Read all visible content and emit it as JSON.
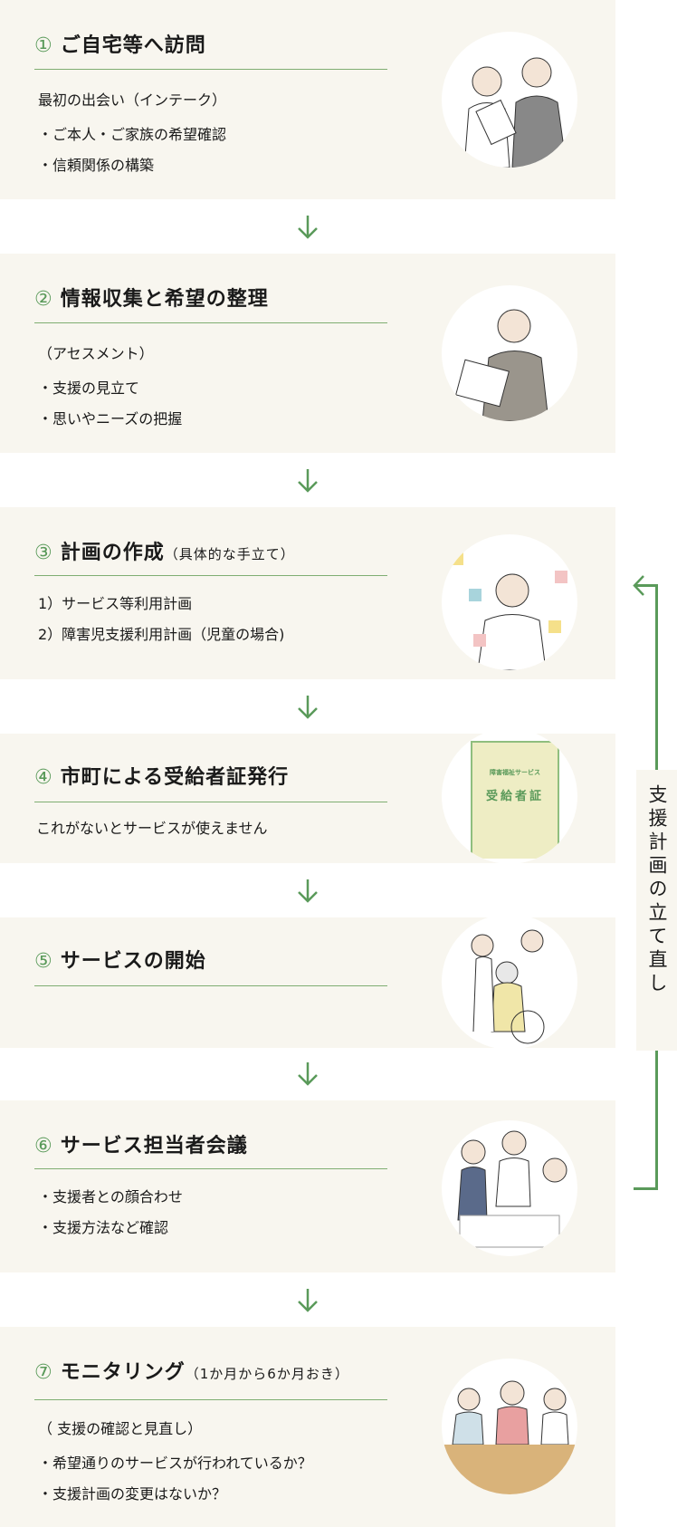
{
  "steps": [
    {
      "num": "①",
      "title": "ご自宅等へ訪問",
      "subtitle": "",
      "lines": [
        "最初の出会い（インテーク）",
        "・ご本人・ご家族の希望確認",
        "・信頼関係の構築"
      ],
      "illustration": "visit-illustration-icon"
    },
    {
      "num": "②",
      "title": "情報収集と希望の整理",
      "subtitle": "",
      "lines": [
        "（アセスメント）",
        "・支援の見立て",
        "・思いやニーズの把握"
      ],
      "illustration": "assessment-illustration-icon"
    },
    {
      "num": "③",
      "title": "計画の作成",
      "subtitle": "（具体的な手立て）",
      "lines": [
        "1）サービス等利用計画",
        "2）障害児支援利用計画（児童の場合)"
      ],
      "illustration": "planning-illustration-icon"
    },
    {
      "num": "④",
      "title": "市町による受給者証発行",
      "subtitle": "",
      "lines": [
        "これがないとサービスが使えません"
      ],
      "certificate": {
        "small": "障害福祉サービス",
        "big": "受給者証"
      }
    },
    {
      "num": "⑤",
      "title": "サービスの開始",
      "subtitle": "",
      "lines": [],
      "illustration": "service-start-illustration-icon"
    },
    {
      "num": "⑥",
      "title": "サービス担当者会議",
      "subtitle": "",
      "lines": [
        "・支援者との顔合わせ",
        "・支援方法など確認"
      ],
      "illustration": "meeting-illustration-icon"
    },
    {
      "num": "⑦",
      "title": "モニタリング",
      "subtitle": "（1か月から6か月おき）",
      "lines": [
        "（ 支援の確認と見直し）",
        "・希望通りのサービスが行われているか？",
        "・支援計画の変更はないか？"
      ],
      "illustration": "monitoring-illustration-icon"
    }
  ],
  "side_label": "支援計画の立て直し",
  "colors": {
    "accent": "#5a9a5a",
    "card_bg": "#f8f6ef"
  }
}
